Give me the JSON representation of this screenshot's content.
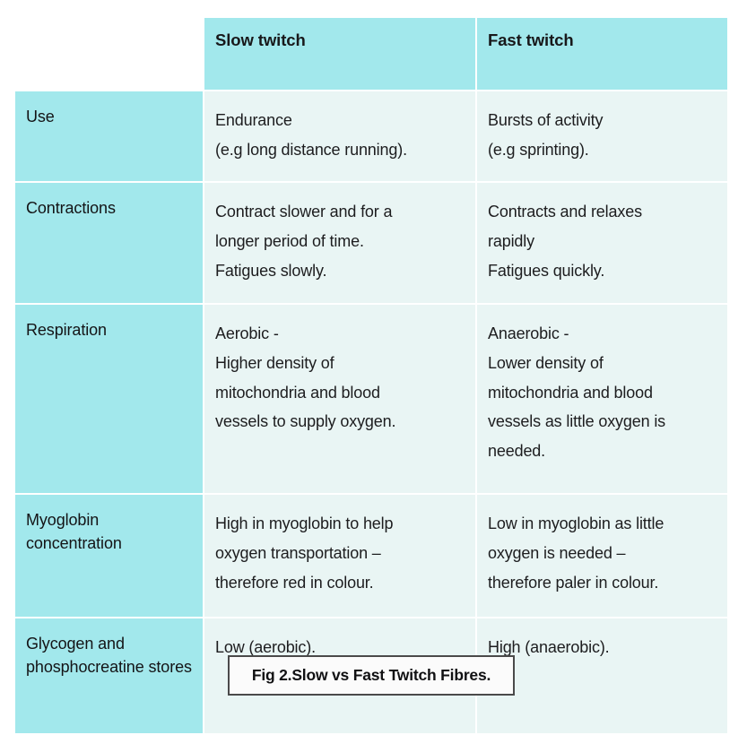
{
  "table": {
    "columns": [
      {
        "id": "attribute",
        "header": ""
      },
      {
        "id": "slow_twitch",
        "header": "Slow twitch"
      },
      {
        "id": "fast_twitch",
        "header": "Fast twitch"
      }
    ],
    "colors": {
      "header_bg": "#a2e8ec",
      "label_bg": "#a2e8ec",
      "body_bg": "#e9f5f4",
      "page_bg": "#ffffff",
      "text": "#1d1d1f",
      "caption_border": "#4a4a4a",
      "caption_bg": "#fbfbfb"
    },
    "rows": [
      {
        "label": "Use",
        "slow": {
          "lines": [
            "Endurance",
            "(e.g long distance running)."
          ]
        },
        "fast": {
          "lines": [
            "Bursts of activity",
            "(e.g sprinting)."
          ]
        }
      },
      {
        "label": "Contractions",
        "slow": {
          "lines": [
            "Contract slower and for a",
            "longer period of time.",
            "Fatigues slowly."
          ]
        },
        "fast": {
          "lines": [
            "Contracts and relaxes",
            "rapidly",
            "Fatigues quickly."
          ]
        }
      },
      {
        "label": "Respiration",
        "slow": {
          "lines": [
            "Aerobic -",
            "Higher density of",
            "mitochondria and blood",
            "vessels to supply oxygen."
          ]
        },
        "fast": {
          "lines": [
            "Anaerobic -",
            "Lower density of",
            "mitochondria and blood",
            "vessels as little oxygen is",
            "needed."
          ]
        }
      },
      {
        "label": "Myoglobin concentration",
        "slow": {
          "lines": [
            "High in myoglobin to help",
            "oxygen transportation –",
            "therefore red in colour."
          ]
        },
        "fast": {
          "lines": [
            "Low in myoglobin as little",
            "oxygen is needed –",
            "therefore paler in colour."
          ]
        }
      },
      {
        "label": "Glycogen and phosphocreatine stores",
        "slow": {
          "lines": [
            "Low (aerobic)."
          ]
        },
        "fast": {
          "lines": [
            "High (anaerobic)."
          ]
        }
      }
    ]
  },
  "caption": {
    "text": "Fig 2.Slow vs Fast Twitch Fibres."
  }
}
